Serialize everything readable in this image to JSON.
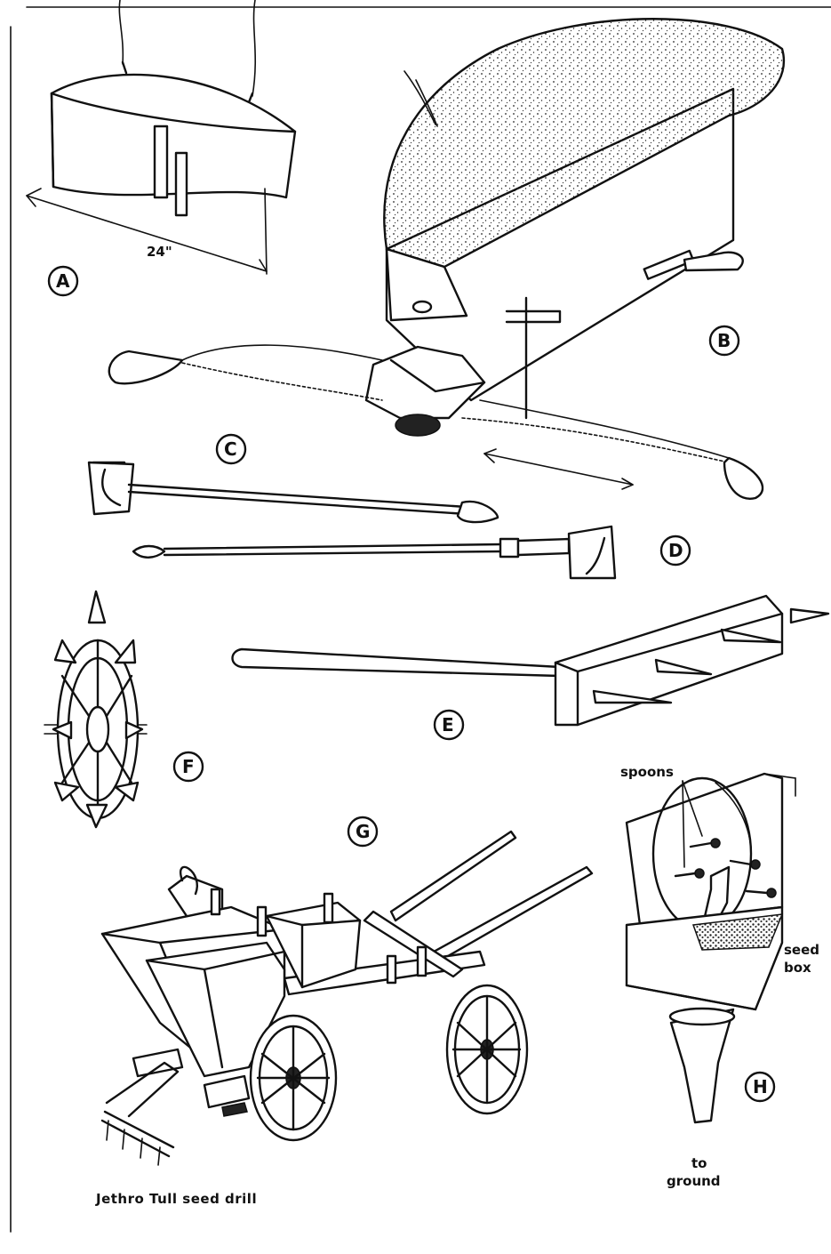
{
  "labels": {
    "a": "A",
    "b": "B",
    "c": "C",
    "d": "D",
    "e": "E",
    "f": "F",
    "g": "G",
    "h": "H"
  },
  "annotations": {
    "dimension": "24\"",
    "spoons": "spoons",
    "seed_box_line1": "seed",
    "seed_box_line2": "box",
    "to_ground_line1": "to",
    "to_ground_line2": "ground"
  },
  "caption": "Jethro Tull seed drill"
}
